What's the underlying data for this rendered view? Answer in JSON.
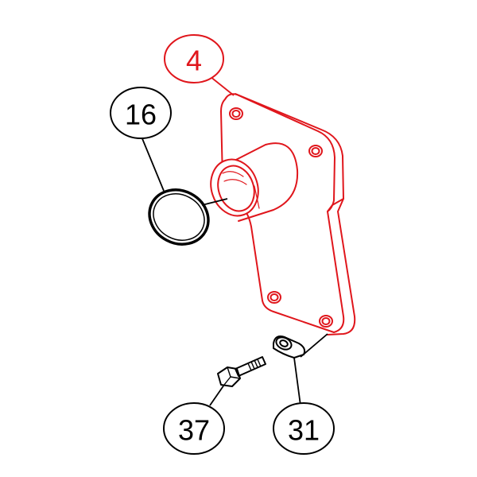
{
  "colors": {
    "highlight": "#e0161c",
    "ink": "#000000",
    "background": "#ffffff"
  },
  "callouts": {
    "part_4": "4",
    "part_16": "16",
    "part_37": "37",
    "part_31": "31"
  },
  "highlighted_part": "4"
}
